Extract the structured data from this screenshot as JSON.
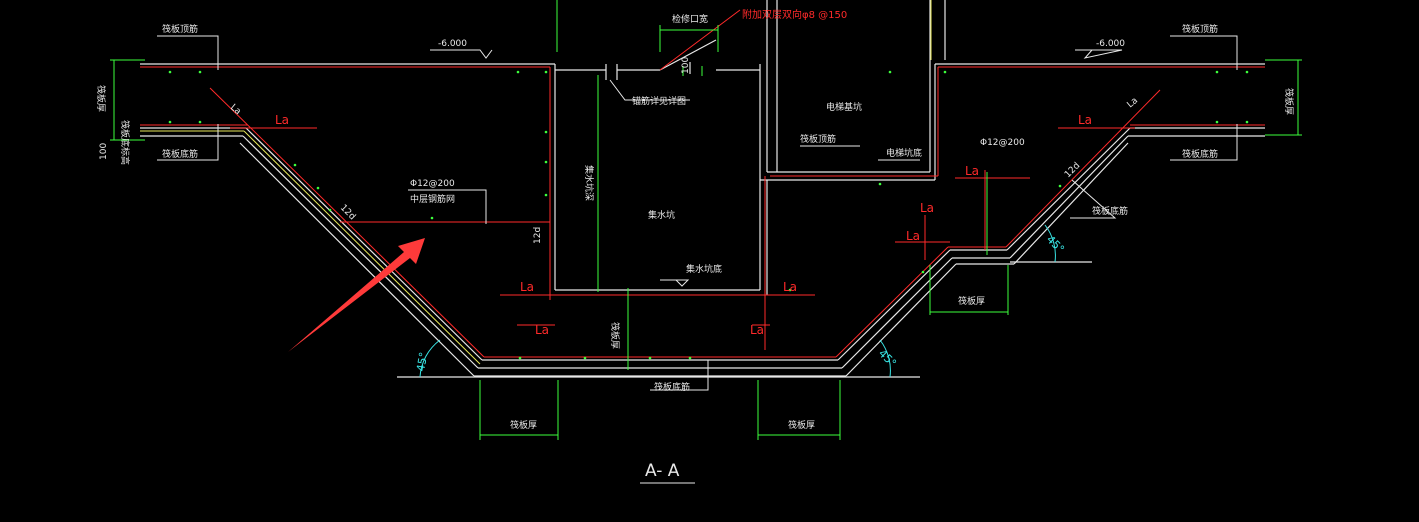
{
  "drawing": {
    "section_title": "A- A",
    "colors": {
      "background": "#000000",
      "rebar": "#ff2a2a",
      "outline": "#e8e8e8",
      "dimension": "#3cff3c",
      "angle": "#39e6e6",
      "marker": "#ff3a3a",
      "yellow": "#e8e85a"
    },
    "labels": {
      "elev_left": "-6.000",
      "elev_right": "-6.000",
      "la": "La",
      "d12": "12d",
      "rebar_mid": "Φ12@200",
      "rebar_right": "Φ12@200",
      "angle": "45°",
      "red_callout": "附加双层双向φ8 @150",
      "dim_100_top": "100",
      "dim_100_left": "100",
      "top_left_note": "筏板顶筋",
      "top_right_note": "筏板顶筋",
      "bottom_left_note": "筏板底筋",
      "bottom_right_note": "筏板底筋",
      "mid_rebar_note": "中层钢筋网",
      "slot_note": "检修口宽",
      "corner_note": "锚筋详见详图",
      "sump_name": "集水坑",
      "sump_depth": "集水坑深",
      "sump_bottom": "集水坑底",
      "raft_bottom": "筏板底筋",
      "raft_thick": "筏板厚",
      "raft_thick2": "筏板厚",
      "raft_thick3": "筏板厚",
      "elevator_pit": "电梯基坑",
      "raft_top_r": "筏板顶筋",
      "elevator_bottom": "电梯坑底",
      "raft_bottom_r": "筏板底筋",
      "left_vert": "筏板厚",
      "left_vert2": "筏板底标高",
      "right_vert": "筏板厚",
      "sump_wall": "筏板厚"
    }
  }
}
